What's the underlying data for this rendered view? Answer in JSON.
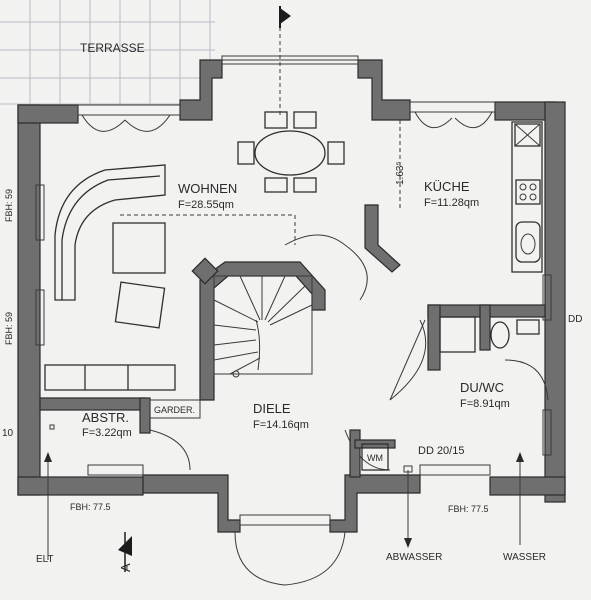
{
  "rooms": {
    "terrasse": "TERRASSE",
    "wohnen": {
      "name": "WOHNEN",
      "area": "F=28.55qm"
    },
    "kueche": {
      "name": "KÜCHE",
      "area": "F=11.28qm"
    },
    "diele": {
      "name": "DIELE",
      "area": "F=14.16qm"
    },
    "duwc": {
      "name": "DU/WC",
      "area": "F=8.91qm"
    },
    "abstr": {
      "name": "ABSTR.",
      "area": "F=3.22qm"
    }
  },
  "fixtures": {
    "garder": "GARDER.",
    "wm": "WM",
    "dd_right": "DD",
    "dd_bottom": "DD 20/15"
  },
  "dimensions": {
    "vertical": "1.63⁵",
    "fbh_left": "FBH: 77.5",
    "fbh_right": "FBH: 77.5",
    "fbh_side_top": "FBH: 59",
    "fbh_side_mid": "FBH: 59"
  },
  "annotations": {
    "elt": "ELT",
    "abwasser": "ABWASSER",
    "wasser": "WASSER",
    "section": "A",
    "edge_number": "10"
  }
}
